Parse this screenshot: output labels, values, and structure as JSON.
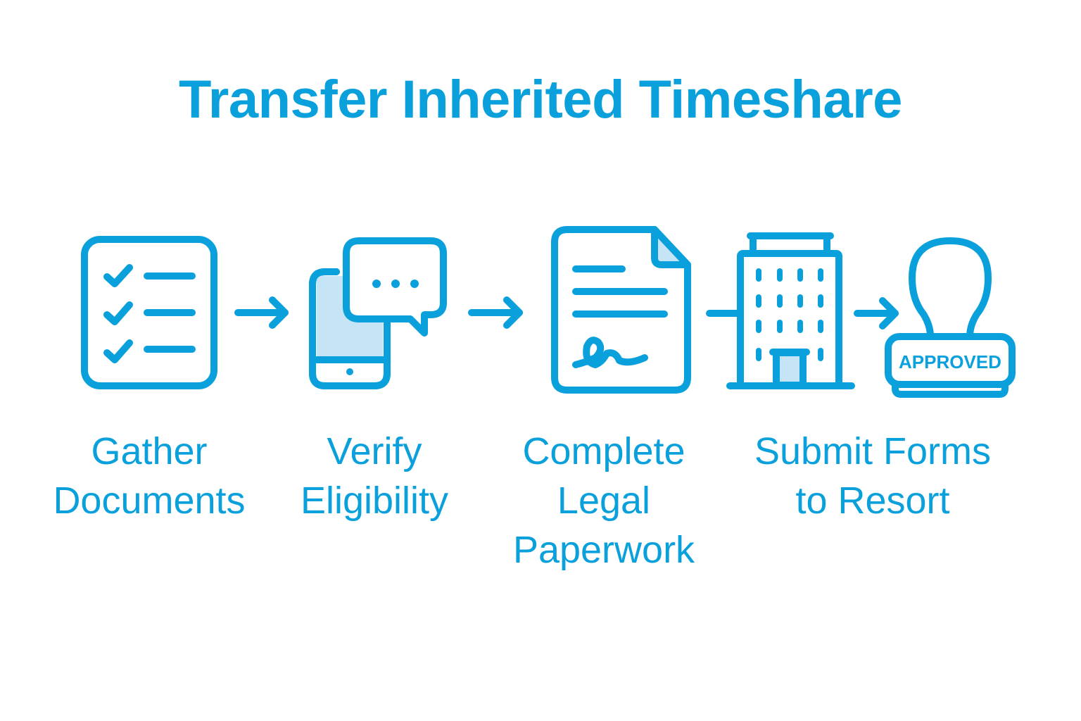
{
  "title": "Transfer Inherited Timeshare",
  "colors": {
    "accent": "#0aa0dc",
    "fill_light": "#c5e4f5",
    "background": "#ffffff"
  },
  "steps": [
    {
      "icon": "checklist-icon",
      "lines": [
        "Gather",
        "Documents"
      ]
    },
    {
      "icon": "phone-chat-icon",
      "lines": [
        "Verify",
        "Eligibility"
      ]
    },
    {
      "icon": "signed-document-icon",
      "lines": [
        "Complete",
        "Legal",
        "Paperwork"
      ]
    },
    {
      "icon": "building-icon",
      "lines": [
        "Submit Forms",
        "to Resort"
      ]
    },
    {
      "icon": "approved-stamp-icon",
      "lines": []
    }
  ],
  "stamp_text": "APPROVED",
  "connectors": [
    "arrow",
    "arrow",
    "line",
    "arrow"
  ]
}
